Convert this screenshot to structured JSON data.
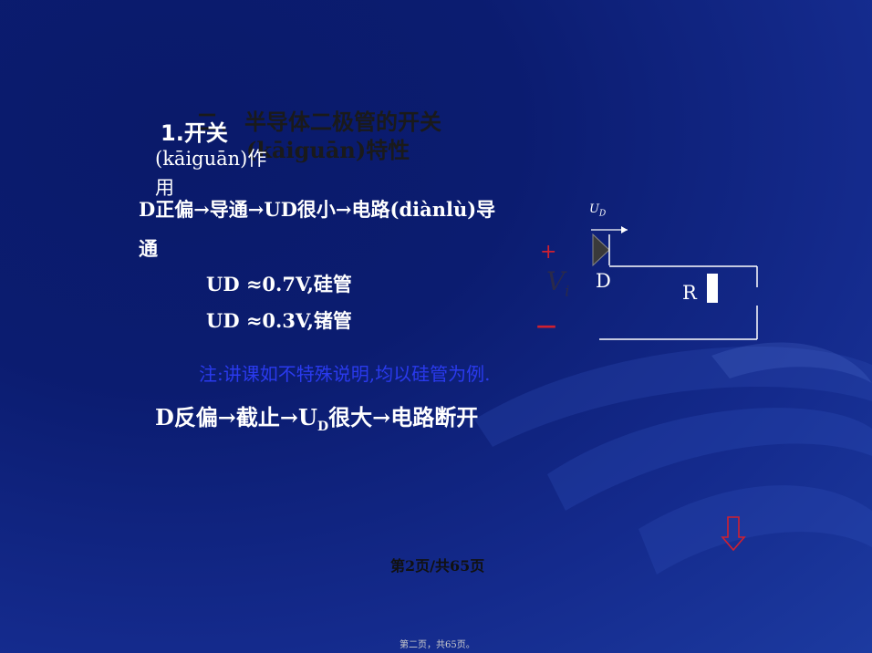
{
  "title": {
    "line1_prefix": "二、",
    "line1": "半导体二极管的开关",
    "line2": "(kāiguān)特性"
  },
  "section": {
    "num": "1.开关",
    "sub": "(kāiguān)作",
    "sub2": "用"
  },
  "forward": {
    "line1": "D正偏→导通→UD很小→电路(diànlù)导",
    "line2": "通",
    "si": "UD ≈0.7V,硅管",
    "ge": "UD ≈0.3V,锗管"
  },
  "note": "注:讲课如不特殊说明,均以硅管为例.",
  "reverse": {
    "prefix": "D反偏→截止→U",
    "sub": "D",
    "suffix": "很大→电路断开"
  },
  "circuit": {
    "ud_label": "U",
    "ud_sub": "D",
    "plus": "+",
    "minus": "—",
    "vi_label": "V",
    "vi_sub": "i",
    "d_label": "D",
    "r_label": "R"
  },
  "page_center": "第2页/共65页",
  "footer": "第二页，共65页。",
  "colors": {
    "accent_red": "#d02030",
    "note_blue": "#2a3aee"
  }
}
